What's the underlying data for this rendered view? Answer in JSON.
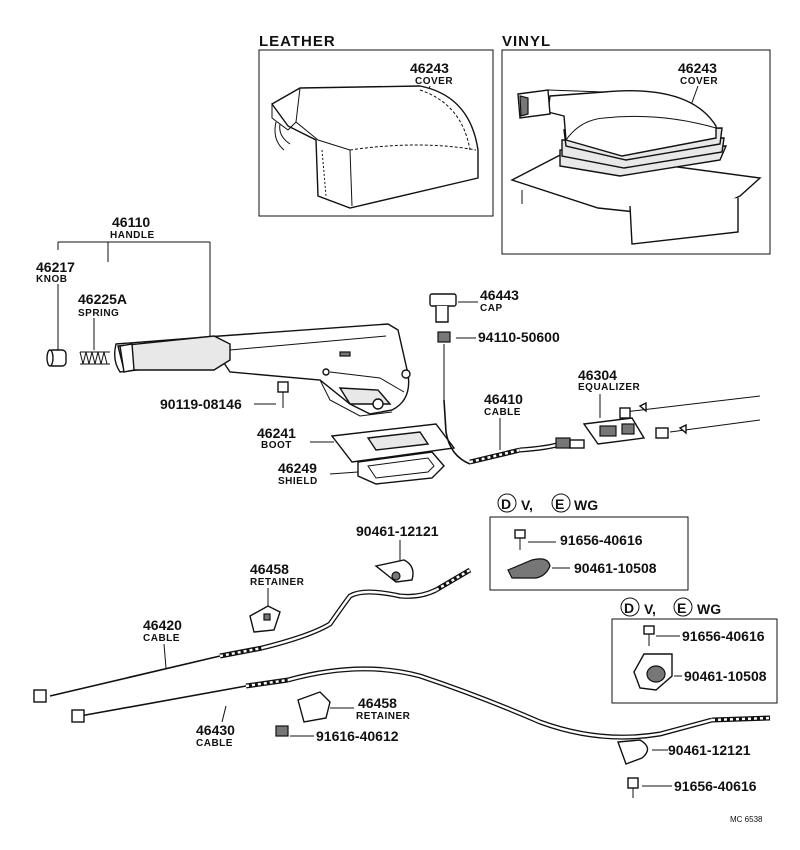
{
  "boxes": {
    "leather": {
      "title": "LEATHER",
      "part_no": "46243",
      "part_name": "COVER"
    },
    "vinyl": {
      "title": "VINYL",
      "part_no": "46243",
      "part_name": "COVER"
    }
  },
  "labels": {
    "handle": {
      "no": "46110",
      "name": "HANDLE"
    },
    "knob": {
      "no": "46217",
      "name": "KNOB"
    },
    "spring": {
      "no": "46225A",
      "name": "SPRING"
    },
    "bolt_1": {
      "no": "90119-08146"
    },
    "boot": {
      "no": "46241",
      "name": "BOOT"
    },
    "shield": {
      "no": "46249",
      "name": "SHIELD"
    },
    "cap": {
      "no": "46443",
      "name": "CAP"
    },
    "rod": {
      "no": "94110-50600"
    },
    "cable_46410": {
      "no": "46410",
      "name": "CABLE"
    },
    "equalizer": {
      "no": "46304",
      "name": "EQUALIZER"
    },
    "clamp_top": {
      "no": "90461-12121"
    },
    "retainer_top": {
      "no": "46458",
      "name": "RETAINER"
    },
    "cable_46420": {
      "no": "46420",
      "name": "CABLE"
    },
    "cable_46430": {
      "no": "46430",
      "name": "CABLE"
    },
    "retainer_bottom": {
      "no": "46458",
      "name": "RETAINER"
    },
    "bolt_bottom": {
      "no": "91616-40612"
    },
    "clamp_bottom": {
      "no": "90461-12121"
    },
    "bolt_bottom_right": {
      "no": "91656-40616"
    }
  },
  "inset_1": {
    "code_1": "D",
    "text_1": "V,",
    "code_2": "E",
    "text_2": "WG",
    "bolt": "91656-40616",
    "clamp": "90461-10508"
  },
  "inset_2": {
    "code_1": "D",
    "text_1": "V,",
    "code_2": "E",
    "text_2": "WG",
    "bolt": "91656-40616",
    "clamp": "90461-10508"
  },
  "footer_code": "MC 6538"
}
